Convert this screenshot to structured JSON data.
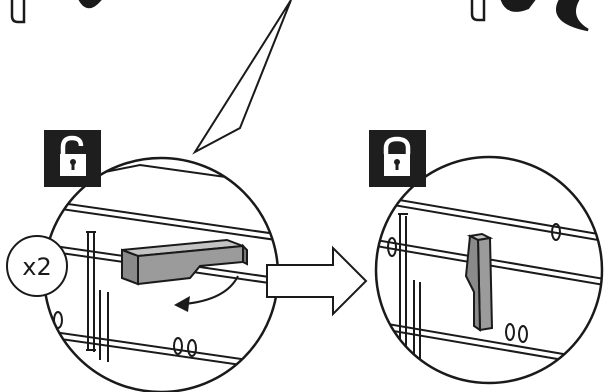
{
  "callout": {
    "quantity": "x2"
  },
  "steps": [
    {
      "lock_state": "unlocked",
      "icon": "unlocked-padlock-icon"
    },
    {
      "lock_state": "locked",
      "icon": "locked-padlock-icon"
    }
  ],
  "colors": {
    "outline": "#1a1a1a",
    "latch_fill": "#9b9b9b",
    "latch_top": "#c4c4c4",
    "badge_bg": "#1e1e1e",
    "background": "#ffffff"
  }
}
